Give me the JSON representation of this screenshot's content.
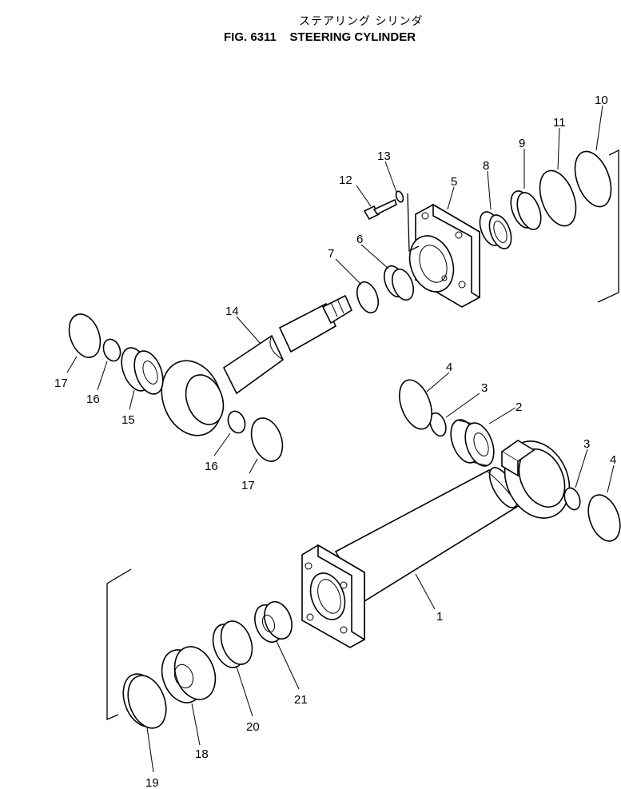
{
  "header": {
    "title_jp": "ステアリング シリンダ",
    "fig_number": "FIG. 6311",
    "title_en": "STEERING CYLINDER"
  },
  "callouts": [
    {
      "label": "1"
    },
    {
      "label": "2"
    },
    {
      "label": "3"
    },
    {
      "label": "3"
    },
    {
      "label": "4"
    },
    {
      "label": "4"
    },
    {
      "label": "5"
    },
    {
      "label": "6"
    },
    {
      "label": "7"
    },
    {
      "label": "8"
    },
    {
      "label": "9"
    },
    {
      "label": "10"
    },
    {
      "label": "11"
    },
    {
      "label": "12"
    },
    {
      "label": "13"
    },
    {
      "label": "14"
    },
    {
      "label": "15"
    },
    {
      "label": "16"
    },
    {
      "label": "16"
    },
    {
      "label": "17"
    },
    {
      "label": "17"
    },
    {
      "label": "18"
    },
    {
      "label": "19"
    },
    {
      "label": "20"
    },
    {
      "label": "21"
    }
  ],
  "colors": {
    "ink": "#000000",
    "paper": "#ffffff"
  }
}
